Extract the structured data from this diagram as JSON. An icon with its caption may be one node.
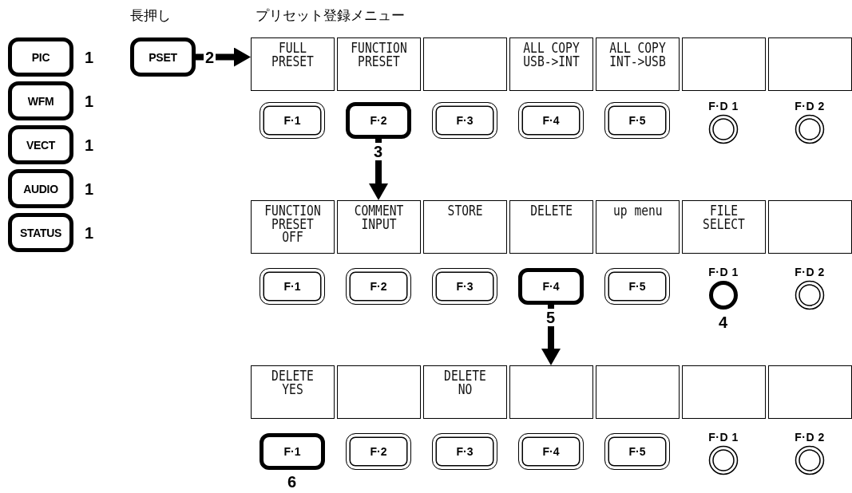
{
  "diagram": {
    "nodes": [
      {
        "text": [
          "PIC"
        ],
        "beside": [
          "1"
        ]
      },
      {
        "text": [
          "WFM"
        ],
        "beside": [
          "1"
        ]
      },
      {
        "text": [
          "VECT"
        ],
        "beside": [
          "1"
        ]
      },
      {
        "text": [
          "AUDIO"
        ],
        "beside": [
          "1"
        ]
      },
      {
        "text": [
          "STATUS"
        ],
        "beside": [
          "1"
        ]
      },
      {
        "text": [
          "PSET"
        ]
      },
      {
        "text": [
          "FULL PRESET"
        ]
      },
      {
        "text": [
          "FUNCTION PRESET"
        ]
      },
      {
        "text": [],
        "shape": "box"
      },
      {
        "text": [
          "ALL COPY USB->INT"
        ]
      },
      {
        "text": [
          "ALL COPY INT->USB"
        ]
      },
      {
        "text": [],
        "shape": "box"
      },
      {
        "text": [],
        "shape": "box"
      },
      {
        "text": [
          "F·1"
        ]
      },
      {
        "text": [
          "F·2"
        ]
      },
      {
        "text": [
          "F·3"
        ]
      },
      {
        "text": [
          "F·4"
        ]
      },
      {
        "text": [
          "F·5"
        ]
      },
      {
        "text": [
          "F·D 1"
        ]
      },
      {
        "text": [
          "F·D 2"
        ]
      },
      {
        "text": [
          "FUNCTION PRESET OFF"
        ]
      },
      {
        "text": [
          "COMMENT INPUT"
        ]
      },
      {
        "text": [
          "STORE"
        ]
      },
      {
        "text": [
          "DELETE"
        ]
      },
      {
        "text": [
          "up menu"
        ]
      },
      {
        "text": [
          "FILE SELECT"
        ]
      },
      {
        "text": [],
        "shape": "box"
      },
      {
        "text": [
          "F·1"
        ]
      },
      {
        "text": [
          "F·2"
        ]
      },
      {
        "text": [
          "F·3"
        ]
      },
      {
        "text": [
          "F·4"
        ]
      },
      {
        "text": [
          "F·5"
        ]
      },
      {
        "text": [
          "F·D 1"
        ],
        "beside": [
          "4"
        ]
      },
      {
        "text": [
          "F·D 2"
        ]
      },
      {
        "text": [
          "DELETE YES"
        ]
      },
      {
        "text": [],
        "shape": "box"
      },
      {
        "text": [
          "DELETE NO"
        ]
      },
      {
        "text": [],
        "shape": "box"
      },
      {
        "text": [],
        "shape": "box"
      },
      {
        "text": [],
        "shape": "box"
      },
      {
        "text": [],
        "shape": "box"
      },
      {
        "text": [
          "F·1"
        ],
        "beside": [
          "6"
        ]
      },
      {
        "text": [
          "F·2"
        ]
      },
      {
        "text": [
          "F·3"
        ]
      },
      {
        "text": [
          "F·4"
        ]
      },
      {
        "text": [
          "F·5"
        ]
      },
      {
        "text": [
          "F·D 1"
        ]
      },
      {
        "text": [
          "F·D 2"
        ]
      }
    ],
    "edges": [
      {
        "from": 5,
        "to": 6,
        "arrow": "to",
        "label": "2"
      },
      {
        "from": 14,
        "to": 21,
        "arrow": "to",
        "label": "3"
      },
      {
        "from": 30,
        "to": 37,
        "arrow": "to",
        "label": "5"
      }
    ],
    "labels": [
      "長押し",
      "プリセット登録メニュー"
    ]
  }
}
